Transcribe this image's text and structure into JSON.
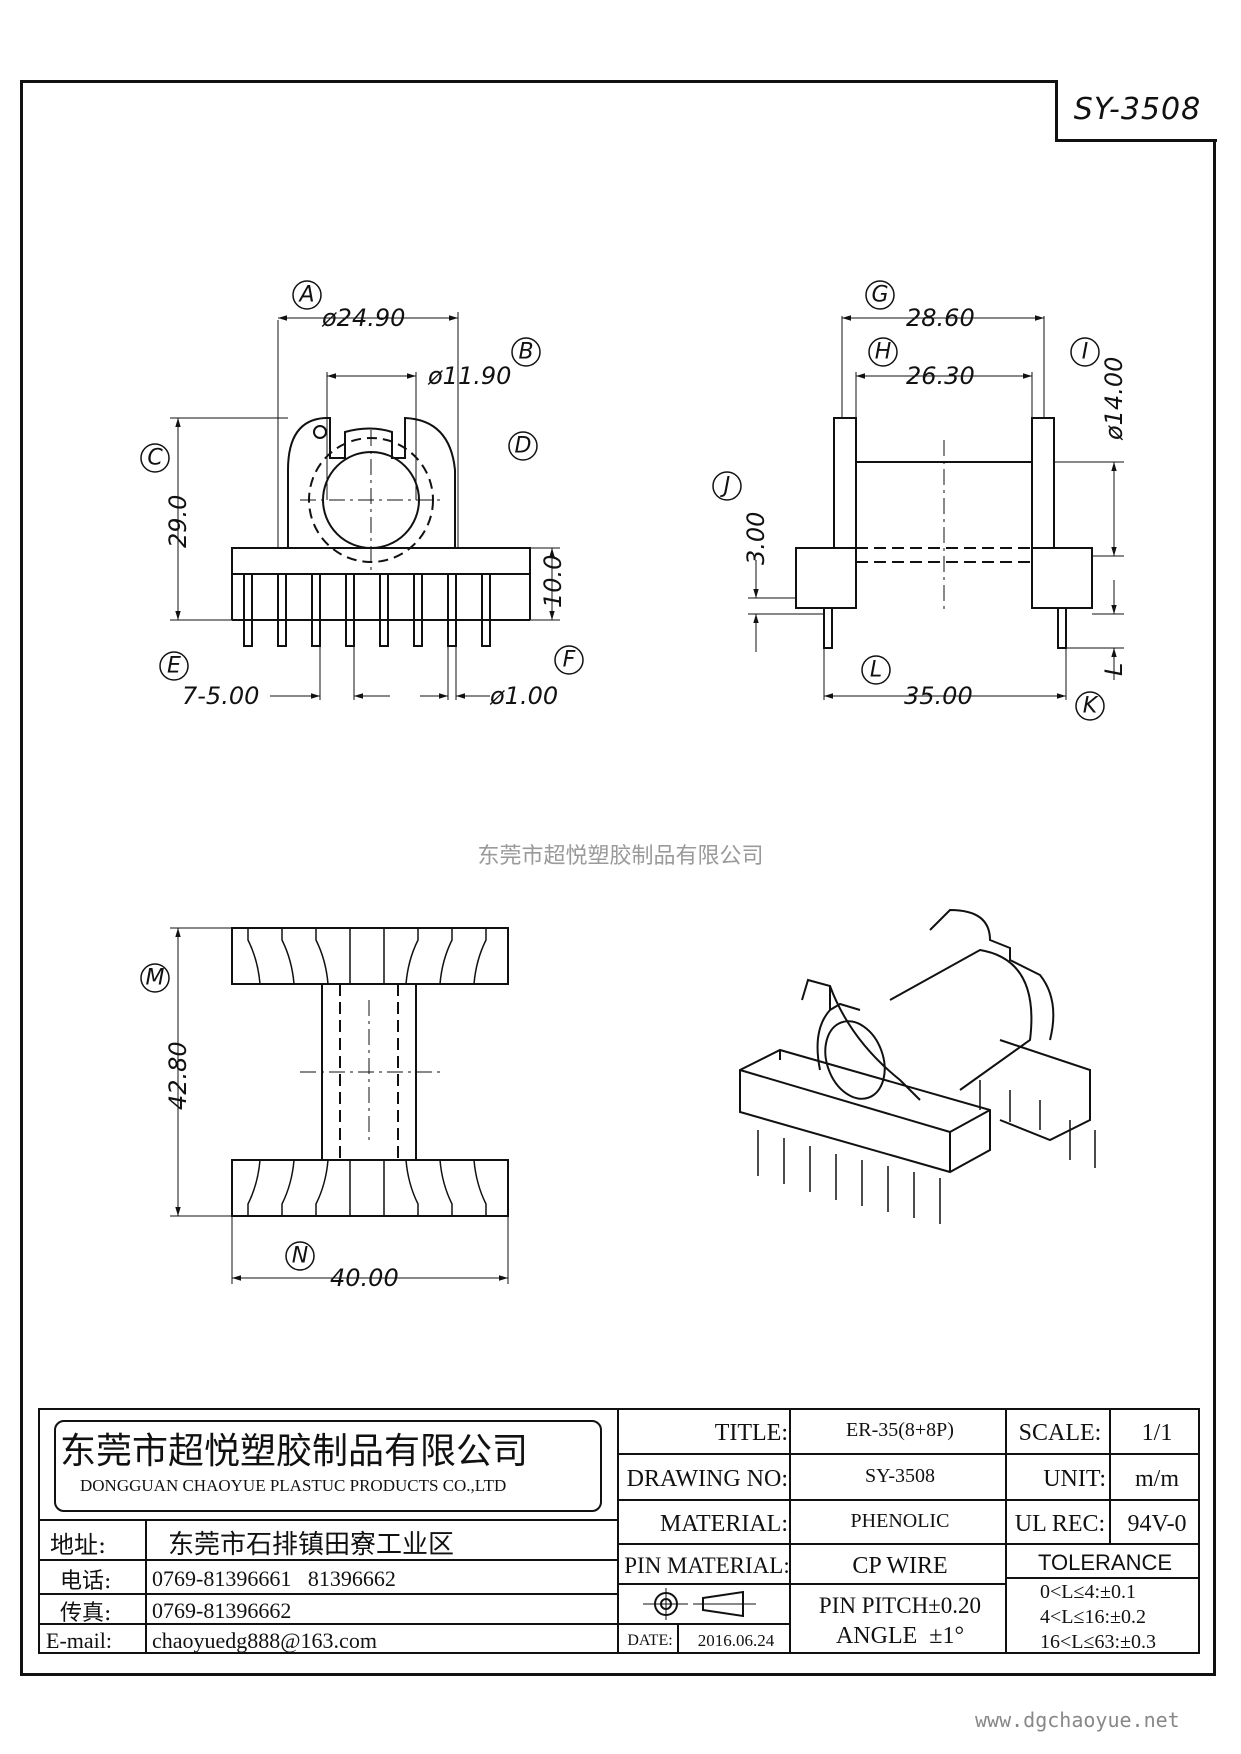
{
  "drawing_code": "SY-3508",
  "watermark": "东莞市超悦塑胶制品有限公司",
  "website": "www.dgchaoyue.net",
  "dimensions": {
    "A": {
      "label": "A",
      "value": "ø24.90"
    },
    "B": {
      "label": "B",
      "value": "ø11.90"
    },
    "C": {
      "label": "C",
      "value": "29.0"
    },
    "D": {
      "label": "D",
      "value": "10.0"
    },
    "E": {
      "label": "E",
      "value": "7-5.00"
    },
    "F": {
      "label": "F",
      "value": "ø1.00"
    },
    "G": {
      "label": "G",
      "value": "28.60"
    },
    "H": {
      "label": "H",
      "value": "26.30"
    },
    "I": {
      "label": "I",
      "value": "ø14.00"
    },
    "J": {
      "label": "J",
      "value": "3.00"
    },
    "K": {
      "label": "K",
      "value": "L"
    },
    "L": {
      "label": "L",
      "value": "35.00"
    },
    "M": {
      "label": "M",
      "value": "42.80"
    },
    "N": {
      "label": "N",
      "value": "40.00"
    }
  },
  "company": {
    "name_cn": "东莞市超悦塑胶制品有限公司",
    "name_en": "DONGGUAN CHAOYUE PLASTUC PRODUCTS CO.,LTD",
    "address_label": "地址:",
    "address": "东莞市石排镇田寮工业区",
    "phone_label": "电话:",
    "phone": "0769-81396661   81396662",
    "fax_label": "传真:",
    "fax": "0769-81396662",
    "email_label": "E-mail:",
    "email": "chaoyuedg888@163.com"
  },
  "title_block": {
    "title_label": "TITLE:",
    "title": "ER-35(8+8P)",
    "drawing_no_label": "DRAWING NO:",
    "drawing_no": "SY-3508",
    "material_label": "MATERIAL:",
    "material": "PHENOLIC",
    "pin_material_label": "PIN MATERIAL:",
    "pin_material": "CP WIRE",
    "pin_pitch": "PIN PITCH±0.20",
    "date_label": "DATE:",
    "date": "2016.06.24",
    "angle": "ANGLE  ±1°",
    "scale_label": "SCALE:",
    "scale": "1/1",
    "unit_label": "UNIT:",
    "unit": "m/m",
    "ul_label": "UL REC:",
    "ul": "94V-0",
    "tolerance_label": "TOLERANCE",
    "tolerance": [
      "0<L≤4:±0.1",
      "4<L≤16:±0.2",
      "16<L≤63:±0.3"
    ]
  }
}
